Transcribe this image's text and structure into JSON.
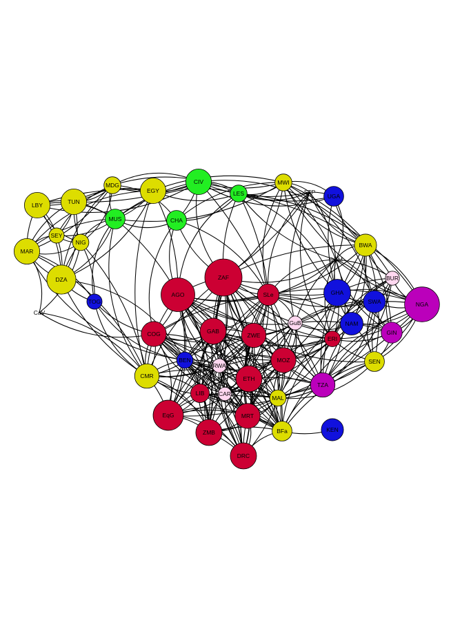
{
  "colors": {
    "red": "#cc0033",
    "yellow": "#dddd00",
    "green": "#22ee22",
    "blue": "#1111dd",
    "magenta": "#bb00bb",
    "pink": "#ffd8f0",
    "white": "#ffffff",
    "edge": "#000000"
  },
  "nodes": [
    {
      "id": "LBY",
      "label": "LBY",
      "color": "yellow",
      "size": 3
    },
    {
      "id": "TUN",
      "label": "TUN",
      "color": "yellow",
      "size": 3
    },
    {
      "id": "MDG",
      "label": "MDG",
      "color": "yellow",
      "size": 1.5
    },
    {
      "id": "EGY",
      "label": "EGY",
      "color": "yellow",
      "size": 3
    },
    {
      "id": "CIV",
      "label": "CIV",
      "color": "green",
      "size": 3
    },
    {
      "id": "LES",
      "label": "LES",
      "color": "green",
      "size": 1.5
    },
    {
      "id": "MWI",
      "label": "MWI",
      "color": "yellow",
      "size": 1.5
    },
    {
      "id": "STP",
      "label": "STP",
      "color": "white",
      "size": 0.6
    },
    {
      "id": "UGA",
      "label": "UGA",
      "color": "blue",
      "size": 2
    },
    {
      "id": "MUS",
      "label": "MUS",
      "color": "green",
      "size": 2
    },
    {
      "id": "CHA",
      "label": "CHA",
      "color": "green",
      "size": 2
    },
    {
      "id": "SEY",
      "label": "SEY",
      "color": "yellow",
      "size": 1.2
    },
    {
      "id": "NIG",
      "label": "NIG",
      "color": "yellow",
      "size": 1.4
    },
    {
      "id": "MAR",
      "label": "MAR",
      "color": "yellow",
      "size": 3
    },
    {
      "id": "DZA",
      "label": "DZA",
      "color": "yellow",
      "size": 3.6
    },
    {
      "id": "CaV",
      "label": "CaV",
      "color": "white",
      "size": 0.6
    },
    {
      "id": "TOG",
      "label": "TOG",
      "color": "blue",
      "size": 1.2
    },
    {
      "id": "BWA",
      "label": "BWA",
      "color": "yellow",
      "size": 2.4
    },
    {
      "id": "COM",
      "label": "COM",
      "color": "white",
      "size": 0.6
    },
    {
      "id": "BUR",
      "label": "BUR",
      "color": "pink",
      "size": 1
    },
    {
      "id": "AGO",
      "label": "AGO",
      "color": "red",
      "size": 4.4
    },
    {
      "id": "ZAF",
      "label": "ZAF",
      "color": "red",
      "size": 5
    },
    {
      "id": "SLe",
      "label": "SLe",
      "color": "red",
      "size": 2.3
    },
    {
      "id": "GHA",
      "label": "GHA",
      "color": "blue",
      "size": 3.2
    },
    {
      "id": "SWA",
      "label": "SWA",
      "color": "blue",
      "size": 2.4
    },
    {
      "id": "NGA",
      "label": "NGA",
      "color": "magenta",
      "size": 4.6
    },
    {
      "id": "GuB",
      "label": "GuB",
      "color": "pink",
      "size": 1
    },
    {
      "id": "NAM",
      "label": "NAM",
      "color": "blue",
      "size": 2.5
    },
    {
      "id": "GIN",
      "label": "GIN",
      "color": "magenta",
      "size": 2.2
    },
    {
      "id": "COG",
      "label": "COG",
      "color": "red",
      "size": 2.9
    },
    {
      "id": "GAB",
      "label": "GAB",
      "color": "red",
      "size": 3.1
    },
    {
      "id": "ZWE",
      "label": "ZWE",
      "color": "red",
      "size": 2.8
    },
    {
      "id": "ERI",
      "label": "ERI",
      "color": "red",
      "size": 1.3
    },
    {
      "id": "BEN",
      "label": "BEN",
      "color": "blue",
      "size": 1.4
    },
    {
      "id": "RWA",
      "label": "RWA",
      "color": "pink",
      "size": 1
    },
    {
      "id": "MOZ",
      "label": "MOZ",
      "color": "red",
      "size": 2.9
    },
    {
      "id": "SEN",
      "label": "SEN",
      "color": "yellow",
      "size": 2
    },
    {
      "id": "CMR",
      "label": "CMR",
      "color": "yellow",
      "size": 2.8
    },
    {
      "id": "ETH",
      "label": "ETH",
      "color": "red",
      "size": 3.1
    },
    {
      "id": "TZA",
      "label": "TZA",
      "color": "magenta",
      "size": 2.8
    },
    {
      "id": "LIB",
      "label": "LIB",
      "color": "red",
      "size": 1.8
    },
    {
      "id": "CAR",
      "label": "CAR",
      "color": "pink",
      "size": 0.9
    },
    {
      "id": "MAL",
      "label": "MAL",
      "color": "yellow",
      "size": 1.4
    },
    {
      "id": "EqG",
      "label": "EqG",
      "color": "red",
      "size": 3.8
    },
    {
      "id": "MRT",
      "label": "MRT",
      "color": "red",
      "size": 2.9
    },
    {
      "id": "ZMB",
      "label": "ZMB",
      "color": "red",
      "size": 3.1
    },
    {
      "id": "BFa",
      "label": "BFa",
      "color": "yellow",
      "size": 2
    },
    {
      "id": "KEN",
      "label": "KEN",
      "color": "blue",
      "size": 2.4
    },
    {
      "id": "DRC",
      "label": "DRC",
      "color": "red",
      "size": 3.1
    }
  ],
  "edges": [
    [
      "LBY",
      "TUN"
    ],
    [
      "LBY",
      "MDG"
    ],
    [
      "LBY",
      "EGY"
    ],
    [
      "LBY",
      "SEY"
    ],
    [
      "LBY",
      "NIG"
    ],
    [
      "LBY",
      "MAR"
    ],
    [
      "LBY",
      "DZA"
    ],
    [
      "LBY",
      "MUS"
    ],
    [
      "LBY",
      "CIV"
    ],
    [
      "TUN",
      "MDG"
    ],
    [
      "TUN",
      "EGY"
    ],
    [
      "TUN",
      "SEY"
    ],
    [
      "TUN",
      "NIG"
    ],
    [
      "TUN",
      "MAR"
    ],
    [
      "TUN",
      "DZA"
    ],
    [
      "TUN",
      "MUS"
    ],
    [
      "TUN",
      "CIV"
    ],
    [
      "MDG",
      "EGY"
    ],
    [
      "MDG",
      "MUS"
    ],
    [
      "MDG",
      "SEY"
    ],
    [
      "MDG",
      "NIG"
    ],
    [
      "MDG",
      "MAR"
    ],
    [
      "MDG",
      "DZA"
    ],
    [
      "MDG",
      "CIV"
    ],
    [
      "MDG",
      "LES"
    ],
    [
      "MDG",
      "CHA"
    ],
    [
      "EGY",
      "CIV"
    ],
    [
      "EGY",
      "LES"
    ],
    [
      "EGY",
      "MUS"
    ],
    [
      "EGY",
      "MAR"
    ],
    [
      "EGY",
      "DZA"
    ],
    [
      "EGY",
      "MWI"
    ],
    [
      "EGY",
      "AGO"
    ],
    [
      "EGY",
      "CMR"
    ],
    [
      "CIV",
      "LES"
    ],
    [
      "CIV",
      "CHA"
    ],
    [
      "CIV",
      "MUS"
    ],
    [
      "CIV",
      "MWI"
    ],
    [
      "CIV",
      "STP"
    ],
    [
      "CIV",
      "BWA"
    ],
    [
      "CIV",
      "ZAF"
    ],
    [
      "CIV",
      "SLe"
    ],
    [
      "CIV",
      "UGA"
    ],
    [
      "LES",
      "MWI"
    ],
    [
      "LES",
      "STP"
    ],
    [
      "LES",
      "CHA"
    ],
    [
      "LES",
      "MUS"
    ],
    [
      "LES",
      "BWA"
    ],
    [
      "LES",
      "COM"
    ],
    [
      "LES",
      "ZAF"
    ],
    [
      "LES",
      "SLe"
    ],
    [
      "LES",
      "GHA"
    ],
    [
      "LES",
      "UGA"
    ],
    [
      "LES",
      "AGO"
    ],
    [
      "LES",
      "NGA"
    ],
    [
      "MWI",
      "STP"
    ],
    [
      "MWI",
      "UGA"
    ],
    [
      "MWI",
      "BWA"
    ],
    [
      "MWI",
      "COM"
    ],
    [
      "MWI",
      "BUR"
    ],
    [
      "MWI",
      "SLe"
    ],
    [
      "MWI",
      "ZAF"
    ],
    [
      "MWI",
      "NGA"
    ],
    [
      "MWI",
      "GHA"
    ],
    [
      "MWI",
      "SWA"
    ],
    [
      "MWI",
      "MUS"
    ],
    [
      "MWI",
      "CHA"
    ],
    [
      "STP",
      "UGA"
    ],
    [
      "STP",
      "COM"
    ],
    [
      "STP",
      "BWA"
    ],
    [
      "STP",
      "ERI"
    ],
    [
      "STP",
      "ZAF"
    ],
    [
      "STP",
      "GuB"
    ],
    [
      "STP",
      "SLe"
    ],
    [
      "UGA",
      "COM"
    ],
    [
      "UGA",
      "GHA"
    ],
    [
      "UGA",
      "BWA"
    ],
    [
      "MUS",
      "SEY"
    ],
    [
      "MUS",
      "NIG"
    ],
    [
      "MUS",
      "MAR"
    ],
    [
      "MUS",
      "DZA"
    ],
    [
      "MUS",
      "TOG"
    ],
    [
      "MUS",
      "CHA"
    ],
    [
      "MUS",
      "AGO"
    ],
    [
      "MUS",
      "CMR"
    ],
    [
      "CHA",
      "AGO"
    ],
    [
      "CHA",
      "ZAF"
    ],
    [
      "CHA",
      "COG"
    ],
    [
      "CHA",
      "SLe"
    ],
    [
      "SEY",
      "NIG"
    ],
    [
      "SEY",
      "MAR"
    ],
    [
      "SEY",
      "DZA"
    ],
    [
      "NIG",
      "MAR"
    ],
    [
      "NIG",
      "DZA"
    ],
    [
      "NIG",
      "TOG"
    ],
    [
      "NIG",
      "CaV"
    ],
    [
      "NIG",
      "CMR"
    ],
    [
      "MAR",
      "DZA"
    ],
    [
      "MAR",
      "CaV"
    ],
    [
      "MAR",
      "TOG"
    ],
    [
      "MAR",
      "CMR"
    ],
    [
      "MAR",
      "BEN"
    ],
    [
      "DZA",
      "TOG"
    ],
    [
      "DZA",
      "CMR"
    ],
    [
      "DZA",
      "BEN"
    ],
    [
      "CaV",
      "CMR"
    ],
    [
      "CaV",
      "COG"
    ],
    [
      "BWA",
      "COM"
    ],
    [
      "BWA",
      "BUR"
    ],
    [
      "BWA",
      "NGA"
    ],
    [
      "BWA",
      "GHA"
    ],
    [
      "BWA",
      "SWA"
    ],
    [
      "BWA",
      "SEN"
    ],
    [
      "BWA",
      "ZAF"
    ],
    [
      "BWA",
      "SLe"
    ],
    [
      "BWA",
      "ERI"
    ],
    [
      "BWA",
      "NAM"
    ],
    [
      "BWA",
      "GIN"
    ],
    [
      "BWA",
      "TZA"
    ],
    [
      "COM",
      "BUR"
    ],
    [
      "COM",
      "GHA"
    ],
    [
      "COM",
      "SWA"
    ],
    [
      "COM",
      "NAM"
    ],
    [
      "COM",
      "ZAF"
    ],
    [
      "COM",
      "SLe"
    ],
    [
      "COM",
      "ERI"
    ],
    [
      "COM",
      "NGA"
    ],
    [
      "COM",
      "GIN"
    ],
    [
      "COM",
      "GuB"
    ],
    [
      "COM",
      "AGO"
    ],
    [
      "COM",
      "TZA"
    ],
    [
      "BUR",
      "NGA"
    ],
    [
      "BUR",
      "SWA"
    ],
    [
      "BUR",
      "GHA"
    ],
    [
      "BUR",
      "GIN"
    ],
    [
      "BUR",
      "NAM"
    ],
    [
      "BUR",
      "SEN"
    ],
    [
      "BUR",
      "ERI"
    ],
    [
      "BUR",
      "TZA"
    ],
    [
      "BUR",
      "MAL"
    ],
    [
      "GHA",
      "SWA"
    ],
    [
      "GHA",
      "NAM"
    ],
    [
      "GHA",
      "NGA"
    ],
    [
      "GHA",
      "GuB"
    ],
    [
      "GHA",
      "ERI"
    ],
    [
      "GHA",
      "SLe"
    ],
    [
      "GHA",
      "GIN"
    ],
    [
      "GHA",
      "MOZ"
    ],
    [
      "GHA",
      "TZA"
    ],
    [
      "SWA",
      "NGA"
    ],
    [
      "SWA",
      "NAM"
    ],
    [
      "SWA",
      "GIN"
    ],
    [
      "SWA",
      "ERI"
    ],
    [
      "SWA",
      "SEN"
    ],
    [
      "SWA",
      "GuB"
    ],
    [
      "SWA",
      "TZA"
    ],
    [
      "NGA",
      "GIN"
    ],
    [
      "NGA",
      "SEN"
    ],
    [
      "NGA",
      "TZA"
    ],
    [
      "NGA",
      "ERI"
    ],
    [
      "NGA",
      "NAM"
    ],
    [
      "NGA",
      "MAL"
    ],
    [
      "NGA",
      "BFa"
    ],
    [
      "NAM",
      "GIN"
    ],
    [
      "NAM",
      "ERI"
    ],
    [
      "NAM",
      "GuB"
    ],
    [
      "NAM",
      "SEN"
    ],
    [
      "NAM",
      "TZA"
    ],
    [
      "NAM",
      "MOZ"
    ],
    [
      "GIN",
      "SEN"
    ],
    [
      "GIN",
      "TZA"
    ],
    [
      "GIN",
      "ERI"
    ],
    [
      "SEN",
      "TZA"
    ],
    [
      "SEN",
      "ERI"
    ],
    [
      "SEN",
      "MAL"
    ],
    [
      "SEN",
      "BFa"
    ],
    [
      "SEN",
      "ZWE"
    ],
    [
      "AGO",
      "ZAF"
    ],
    [
      "AGO",
      "SLe"
    ],
    [
      "AGO",
      "COG"
    ],
    [
      "AGO",
      "GAB"
    ],
    [
      "AGO",
      "ZWE"
    ],
    [
      "AGO",
      "BEN"
    ],
    [
      "AGO",
      "RWA"
    ],
    [
      "AGO",
      "MOZ"
    ],
    [
      "AGO",
      "ETH"
    ],
    [
      "AGO",
      "LIB"
    ],
    [
      "AGO",
      "CAR"
    ],
    [
      "AGO",
      "EqG"
    ],
    [
      "AGO",
      "MRT"
    ],
    [
      "AGO",
      "ZMB"
    ],
    [
      "AGO",
      "DRC"
    ],
    [
      "AGO",
      "CMR"
    ],
    [
      "AGO",
      "GuB"
    ],
    [
      "AGO",
      "ERI"
    ],
    [
      "AGO",
      "MAL"
    ],
    [
      "AGO",
      "TZA"
    ],
    [
      "AGO",
      "BFa"
    ],
    [
      "ZAF",
      "SLe"
    ],
    [
      "ZAF",
      "COG"
    ],
    [
      "ZAF",
      "GAB"
    ],
    [
      "ZAF",
      "ZWE"
    ],
    [
      "ZAF",
      "BEN"
    ],
    [
      "ZAF",
      "RWA"
    ],
    [
      "ZAF",
      "MOZ"
    ],
    [
      "ZAF",
      "ETH"
    ],
    [
      "ZAF",
      "LIB"
    ],
    [
      "ZAF",
      "CAR"
    ],
    [
      "ZAF",
      "EqG"
    ],
    [
      "ZAF",
      "MRT"
    ],
    [
      "ZAF",
      "ZMB"
    ],
    [
      "ZAF",
      "DRC"
    ],
    [
      "ZAF",
      "GuB"
    ],
    [
      "ZAF",
      "ERI"
    ],
    [
      "ZAF",
      "MAL"
    ],
    [
      "ZAF",
      "TZA"
    ],
    [
      "ZAF",
      "GHA"
    ],
    [
      "ZAF",
      "BFa"
    ],
    [
      "ZAF",
      "CMR"
    ],
    [
      "SLe",
      "GuB"
    ],
    [
      "SLe",
      "ZWE"
    ],
    [
      "SLe",
      "GAB"
    ],
    [
      "SLe",
      "ERI"
    ],
    [
      "SLe",
      "MOZ"
    ],
    [
      "SLe",
      "ETH"
    ],
    [
      "SLe",
      "COG"
    ],
    [
      "SLe",
      "RWA"
    ],
    [
      "SLe",
      "CAR"
    ],
    [
      "SLe",
      "LIB"
    ],
    [
      "SLe",
      "MRT"
    ],
    [
      "SLe",
      "DRC"
    ],
    [
      "SLe",
      "ZMB"
    ],
    [
      "SLe",
      "TZA"
    ],
    [
      "SLe",
      "MAL"
    ],
    [
      "SLe",
      "BFa"
    ],
    [
      "SLe",
      "NAM"
    ],
    [
      "SLe",
      "SWA"
    ],
    [
      "SLe",
      "NGA"
    ],
    [
      "GuB",
      "ERI"
    ],
    [
      "GuB",
      "ZWE"
    ],
    [
      "GuB",
      "MOZ"
    ],
    [
      "GuB",
      "ETH"
    ],
    [
      "GuB",
      "TZA"
    ],
    [
      "GuB",
      "MAL"
    ],
    [
      "GuB",
      "GAB"
    ],
    [
      "GuB",
      "RWA"
    ],
    [
      "GuB",
      "CAR"
    ],
    [
      "GuB",
      "MRT"
    ],
    [
      "GuB",
      "BFa"
    ],
    [
      "GuB",
      "GIN"
    ],
    [
      "GuB",
      "NGA"
    ],
    [
      "ERI",
      "MOZ"
    ],
    [
      "ERI",
      "ZWE"
    ],
    [
      "ERI",
      "TZA"
    ],
    [
      "ERI",
      "ETH"
    ],
    [
      "ERI",
      "MAL"
    ],
    [
      "ERI",
      "BFa"
    ],
    [
      "ERI",
      "MRT"
    ],
    [
      "ERI",
      "CAR"
    ],
    [
      "ERI",
      "GAB"
    ],
    [
      "COG",
      "GAB"
    ],
    [
      "COG",
      "ZWE"
    ],
    [
      "COG",
      "BEN"
    ],
    [
      "COG",
      "RWA"
    ],
    [
      "COG",
      "ETH"
    ],
    [
      "COG",
      "LIB"
    ],
    [
      "COG",
      "CAR"
    ],
    [
      "COG",
      "EqG"
    ],
    [
      "COG",
      "MRT"
    ],
    [
      "COG",
      "ZMB"
    ],
    [
      "COG",
      "DRC"
    ],
    [
      "COG",
      "CMR"
    ],
    [
      "COG",
      "MOZ"
    ],
    [
      "COG",
      "MAL"
    ],
    [
      "COG",
      "BFa"
    ],
    [
      "GAB",
      "ZWE"
    ],
    [
      "GAB",
      "BEN"
    ],
    [
      "GAB",
      "RWA"
    ],
    [
      "GAB",
      "MOZ"
    ],
    [
      "GAB",
      "ETH"
    ],
    [
      "GAB",
      "LIB"
    ],
    [
      "GAB",
      "CAR"
    ],
    [
      "GAB",
      "EqG"
    ],
    [
      "GAB",
      "MRT"
    ],
    [
      "GAB",
      "ZMB"
    ],
    [
      "GAB",
      "DRC"
    ],
    [
      "GAB",
      "CMR"
    ],
    [
      "GAB",
      "MAL"
    ],
    [
      "GAB",
      "TZA"
    ],
    [
      "GAB",
      "BFa"
    ],
    [
      "ZWE",
      "MOZ"
    ],
    [
      "ZWE",
      "ETH"
    ],
    [
      "ZWE",
      "RWA"
    ],
    [
      "ZWE",
      "LIB"
    ],
    [
      "ZWE",
      "CAR"
    ],
    [
      "ZWE",
      "EqG"
    ],
    [
      "ZWE",
      "MRT"
    ],
    [
      "ZWE",
      "ZMB"
    ],
    [
      "ZWE",
      "DRC"
    ],
    [
      "ZWE",
      "BEN"
    ],
    [
      "ZWE",
      "TZA"
    ],
    [
      "ZWE",
      "MAL"
    ],
    [
      "ZWE",
      "BFa"
    ],
    [
      "ZWE",
      "CMR"
    ],
    [
      "BEN",
      "RWA"
    ],
    [
      "BEN",
      "ETH"
    ],
    [
      "BEN",
      "LIB"
    ],
    [
      "BEN",
      "CAR"
    ],
    [
      "BEN",
      "EqG"
    ],
    [
      "BEN",
      "MRT"
    ],
    [
      "BEN",
      "ZMB"
    ],
    [
      "BEN",
      "DRC"
    ],
    [
      "BEN",
      "CMR"
    ],
    [
      "BEN",
      "MOZ"
    ],
    [
      "BEN",
      "MAL"
    ],
    [
      "BEN",
      "BFa"
    ],
    [
      "RWA",
      "ETH"
    ],
    [
      "RWA",
      "LIB"
    ],
    [
      "RWA",
      "CAR"
    ],
    [
      "RWA",
      "EqG"
    ],
    [
      "RWA",
      "MRT"
    ],
    [
      "RWA",
      "ZMB"
    ],
    [
      "RWA",
      "DRC"
    ],
    [
      "RWA",
      "MOZ"
    ],
    [
      "RWA",
      "CMR"
    ],
    [
      "RWA",
      "MAL"
    ],
    [
      "RWA",
      "BFa"
    ],
    [
      "MOZ",
      "ETH"
    ],
    [
      "MOZ",
      "TZA"
    ],
    [
      "MOZ",
      "MAL"
    ],
    [
      "MOZ",
      "MRT"
    ],
    [
      "MOZ",
      "BFa"
    ],
    [
      "MOZ",
      "CAR"
    ],
    [
      "MOZ",
      "LIB"
    ],
    [
      "MOZ",
      "DRC"
    ],
    [
      "MOZ",
      "ZMB"
    ],
    [
      "MOZ",
      "EqG"
    ],
    [
      "ETH",
      "LIB"
    ],
    [
      "ETH",
      "CAR"
    ],
    [
      "ETH",
      "EqG"
    ],
    [
      "ETH",
      "MRT"
    ],
    [
      "ETH",
      "ZMB"
    ],
    [
      "ETH",
      "DRC"
    ],
    [
      "ETH",
      "MAL"
    ],
    [
      "ETH",
      "BFa"
    ],
    [
      "ETH",
      "TZA"
    ],
    [
      "ETH",
      "CMR"
    ],
    [
      "LIB",
      "CAR"
    ],
    [
      "LIB",
      "EqG"
    ],
    [
      "LIB",
      "MRT"
    ],
    [
      "LIB",
      "ZMB"
    ],
    [
      "LIB",
      "DRC"
    ],
    [
      "LIB",
      "CMR"
    ],
    [
      "LIB",
      "MAL"
    ],
    [
      "LIB",
      "BFa"
    ],
    [
      "CAR",
      "EqG"
    ],
    [
      "CAR",
      "MRT"
    ],
    [
      "CAR",
      "ZMB"
    ],
    [
      "CAR",
      "DRC"
    ],
    [
      "CAR",
      "MAL"
    ],
    [
      "CAR",
      "BFa"
    ],
    [
      "CAR",
      "CMR"
    ],
    [
      "CAR",
      "TZA"
    ],
    [
      "EqG",
      "ZMB"
    ],
    [
      "EqG",
      "DRC"
    ],
    [
      "EqG",
      "MRT"
    ],
    [
      "EqG",
      "CMR"
    ],
    [
      "EqG",
      "BFa"
    ],
    [
      "EqG",
      "MAL"
    ],
    [
      "MRT",
      "ZMB"
    ],
    [
      "MRT",
      "DRC"
    ],
    [
      "MRT",
      "MAL"
    ],
    [
      "MRT",
      "BFa"
    ],
    [
      "MRT",
      "TZA"
    ],
    [
      "ZMB",
      "DRC"
    ],
    [
      "ZMB",
      "BFa"
    ],
    [
      "ZMB",
      "MAL"
    ],
    [
      "ZMB",
      "CMR"
    ],
    [
      "DRC",
      "BFa"
    ],
    [
      "DRC",
      "MAL"
    ],
    [
      "DRC",
      "CMR"
    ],
    [
      "MAL",
      "BFa"
    ],
    [
      "MAL",
      "TZA"
    ],
    [
      "BFa",
      "TZA"
    ],
    [
      "BFa",
      "KEN"
    ],
    [
      "CMR",
      "TOG"
    ],
    [
      "CMR",
      "COG"
    ],
    [
      "TOG",
      "COG"
    ],
    [
      "TOG",
      "BEN"
    ],
    [
      "TZA",
      "NGA"
    ]
  ]
}
